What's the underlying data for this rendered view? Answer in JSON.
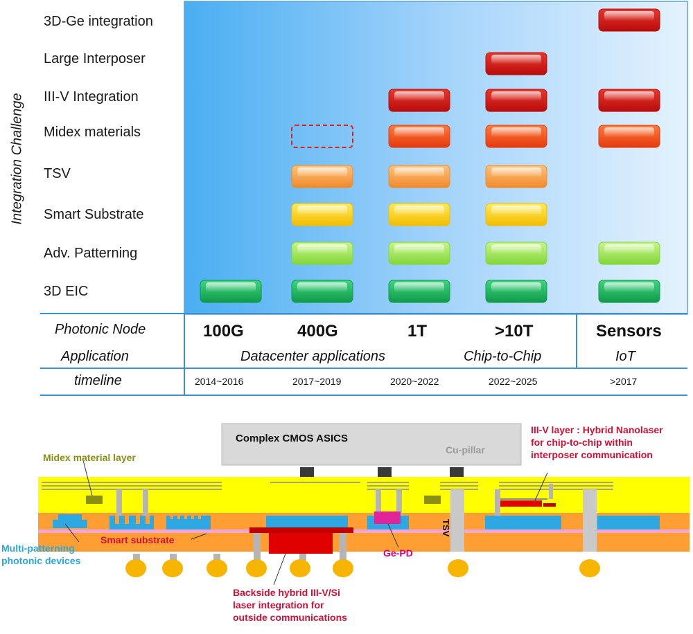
{
  "chart_data": {
    "type": "table",
    "y_axis_title": "Integration Challenge",
    "challenges": [
      "3D-Ge integration",
      "Large Interposer",
      "III-V Integration",
      "Midex materials",
      "TSV",
      "Smart Substrate",
      "Adv. Patterning",
      "3D EIC"
    ],
    "nodes": [
      "100G",
      "400G",
      "1T",
      ">10T",
      "Sensors"
    ],
    "timeline": [
      "2014~2016",
      "2017~2019",
      "2020~2022",
      "2022~2025",
      ">2017"
    ],
    "applications": [
      "Datacenter applications",
      "Chip-to-Chip",
      "IoT"
    ],
    "header_labels": {
      "photonic_node": "Photonic Node",
      "application": "Application",
      "timeline": "timeline"
    },
    "levels": {
      "3D-Ge integration": {
        "Sensors": "red"
      },
      "Large Interposer": {
        ">10T": "red"
      },
      "III-V Integration": {
        "1T": "red",
        ">10T": "red",
        "Sensors": "red"
      },
      "Midex materials": {
        "400G": "dashed",
        "1T": "red-orange",
        ">10T": "red-orange",
        "Sensors": "red-orange"
      },
      "TSV": {
        "400G": "orange",
        "1T": "orange",
        ">10T": "orange"
      },
      "Smart Substrate": {
        "400G": "yellow",
        "1T": "yellow",
        ">10T": "yellow"
      },
      "Adv. Patterning": {
        "400G": "light-green",
        "1T": "light-green",
        ">10T": "light-green",
        "Sensors": "light-green"
      },
      "3D EIC": {
        "100G": "green",
        "400G": "green",
        "1T": "green",
        ">10T": "green",
        "Sensors": "green"
      }
    },
    "colors": {
      "red": [
        "#e8362b",
        "#b80c0c"
      ],
      "red-orange": [
        "#ff7a3a",
        "#e43a0e"
      ],
      "orange": [
        "#ffc27a",
        "#f08a2c"
      ],
      "yellow": [
        "#ffeb5a",
        "#f2bd00"
      ],
      "light-green": [
        "#c8f58a",
        "#82d63a"
      ],
      "green": [
        "#3fd47e",
        "#0f9a4a"
      ],
      "dashed": "#dd1f1f"
    }
  },
  "diagram": {
    "cmos_label": "Complex CMOS ASICS",
    "cu_pillar": "Cu-pillar",
    "midex_layer": "Midex material layer",
    "multi_patterning": [
      "Multi-patterning",
      "photonic devices"
    ],
    "smart_substrate": "Smart substrate",
    "ge_pd": "Ge-PD",
    "tsv": "TSV",
    "backside_laser": [
      "Backside hybrid III-V/Si",
      "laser integration for",
      "outside communications"
    ],
    "nanolaser": [
      "III-V layer : Hybrid Nanolaser",
      "for chip-to-chip  within",
      "interposer communication"
    ],
    "colors": {
      "yellow": "#ffff00",
      "orange": "#ff9f33",
      "pink": "#f5a6d6",
      "blue": "#2ea8e3",
      "gray": "#d9d9d9",
      "red": "#e00000",
      "darkred": "#c00000",
      "magenta": "#e0259a",
      "olive": "#6b6a00",
      "midex": "#8a8f12",
      "cyan_text": "#2aa6e0",
      "crimson_text": "#d01035",
      "magenta_text": "#d6007f",
      "pad": "#f7b500"
    }
  }
}
